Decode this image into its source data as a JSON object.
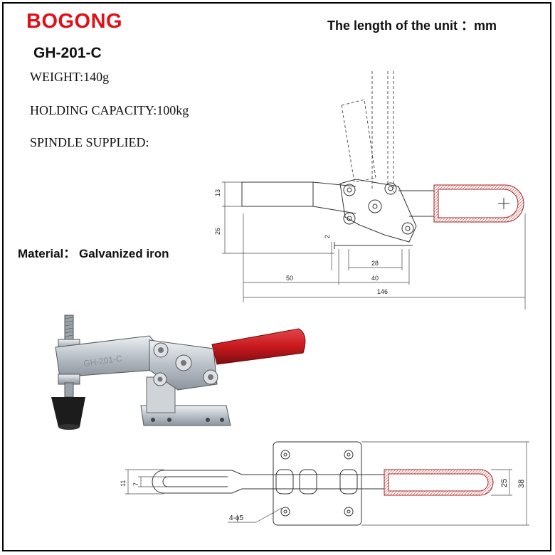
{
  "brand": "BOGONG",
  "unit_note": "The length of the unit ：mm",
  "model": "GH-201-C",
  "specs": {
    "weight": "WEIGHT:140g",
    "holding_capacity": "HOLDING CAPACITY:100kg",
    "spindle": "SPINDLE SUPPLIED:"
  },
  "material": "Material： Galvanized iron",
  "side_view_dims": {
    "d13": "13",
    "d26": "26",
    "d2": "2",
    "d28": "28",
    "d40": "40",
    "d50": "50",
    "d146": "146"
  },
  "top_view_dims": {
    "d11": "11",
    "d7": "7",
    "d25": "25",
    "d38": "38",
    "holes": "4-ϕ5"
  },
  "photo_label": "GH-201-C",
  "colors": {
    "brand_red": "#e0101a",
    "handle_red": "#c8191e",
    "metal": "#c9ced4"
  }
}
